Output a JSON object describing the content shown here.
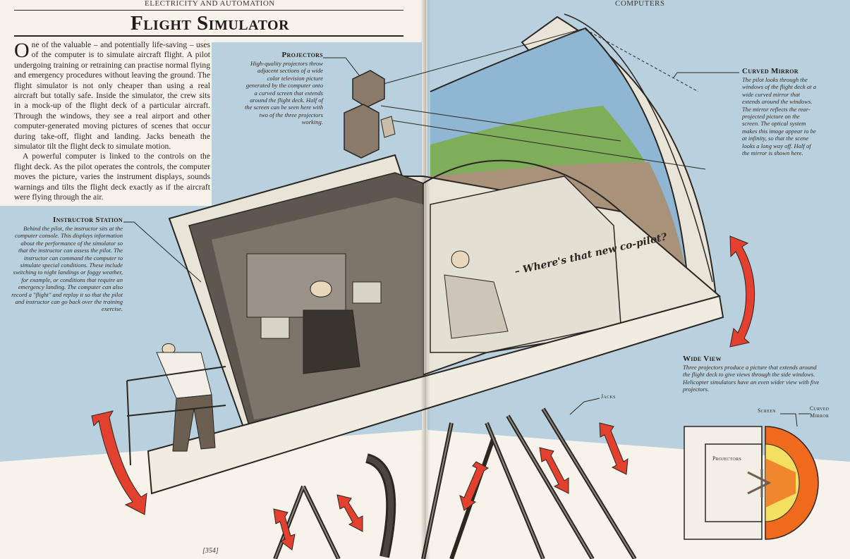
{
  "running_heads": {
    "left": "ELECTRICITY AND AUTOMATION",
    "right": "COMPUTERS"
  },
  "title": "Flight Simulator",
  "body": {
    "dropcap": "O",
    "paragraph_1": "ne of the valuable – and potentially life-saving – uses of the computer is to simulate aircraft flight. A pilot undergoing training or retraining can practise normal flying and emergency procedures without leaving the ground. The flight simulator is not only cheaper than using a real aircraft but totally safe. Inside the simulator, the crew sits in a mock-up of the flight deck of a particular aircraft. Through the windows, they see a real airport and other computer-generated moving pictures of scenes that occur during take-off, flight and landing. Jacks beneath the simulator tilt the flight deck to simulate motion.",
    "paragraph_2": "A powerful computer is linked to the controls on the flight deck. As the pilot operates the controls, the computer moves the picture, varies the instrument displays, sounds warnings and tilts the flight deck exactly as if the aircraft were flying through the air."
  },
  "captions": {
    "projectors": {
      "heading": "Projectors",
      "text": "High-quality projectors throw adjacent sections of a wide color television picture generated by the computer onto a curved screen that extends around the flight deck. Half of the screen can be seen here with two of the three projectors working."
    },
    "curved_mirror": {
      "heading": "Curved Mirror",
      "text": "The pilot looks through the windows of the flight deck at a wide curved mirror that extends around the windows. The mirror reflects the rear-projected picture on the screen. The optical system makes this image appear to be at infinity, so that the scene looks a long way off. Half of the mirror is shown here."
    },
    "instructor_station": {
      "heading": "Instructor Station",
      "text": "Behind the pilot, the instructor sits at the computer console. This displays information about the performance of the simulator so that the instructor can assess the pilot. The instructor can command the computer to simulate special conditions. These include switching to night landings or foggy weather, for example, or conditions that require an emergency landing. The computer can also record a \"flight\" and replay it so that the pilot and instructor can go back over the training exercise."
    },
    "wide_view": {
      "heading": "Wide View",
      "text": "Three projectors produce a picture that extends around the flight deck to give views through the side windows. Helicopter simulators have an even wider view with five projectors."
    }
  },
  "labels": {
    "jacks": "Jacks",
    "screen": "Screen",
    "curved_mirror_line1": "Curved",
    "curved_mirror_line2": "Mirror",
    "projectors_small": "Projectors"
  },
  "speech_bubble": "– Where's that new co-pilot?",
  "page_number": "[354]",
  "colors": {
    "sky_background": "#b9d1de",
    "screen_sky": "#8fb6d3",
    "screen_green": "#7fae5a",
    "screen_brown": "#a8927a",
    "arrow_red": "#e2412f",
    "mirror_orange": "#ef6a1c",
    "screen_yellow": "#f4e060",
    "paper": "#f7f3ea",
    "ink": "#2a2622"
  }
}
